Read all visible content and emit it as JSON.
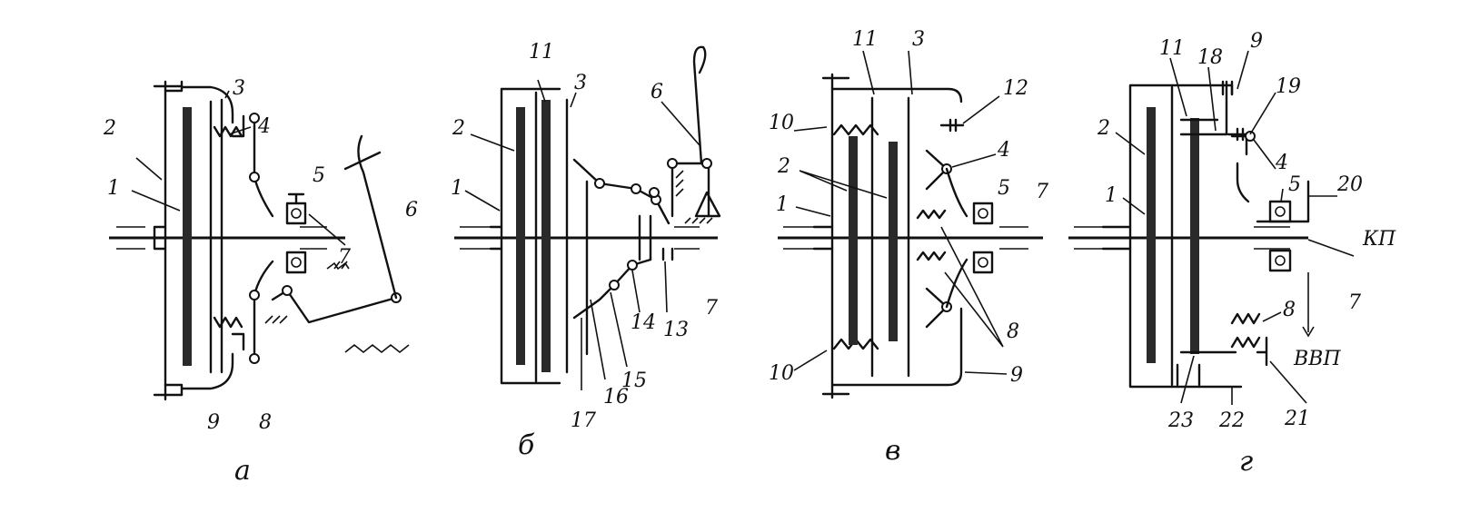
{
  "captions": {
    "a": "а",
    "b": "б",
    "v": "в",
    "g": "г"
  },
  "diagram_a": {
    "labels": [
      "1",
      "2",
      "3",
      "4",
      "5",
      "6",
      "7",
      "8",
      "9"
    ]
  },
  "diagram_b": {
    "labels": [
      "1",
      "2",
      "3",
      "6",
      "7",
      "11",
      "13",
      "14",
      "15",
      "16",
      "17"
    ]
  },
  "diagram_v": {
    "labels": [
      "1",
      "2",
      "3",
      "4",
      "5",
      "7",
      "8",
      "9",
      "10",
      "10",
      "11",
      "12"
    ]
  },
  "diagram_g": {
    "labels": [
      "1",
      "2",
      "4",
      "5",
      "7",
      "8",
      "9",
      "11",
      "18",
      "19",
      "20",
      "21",
      "22",
      "23"
    ],
    "kp_label": "КП",
    "vvp_label": "ВВП"
  }
}
